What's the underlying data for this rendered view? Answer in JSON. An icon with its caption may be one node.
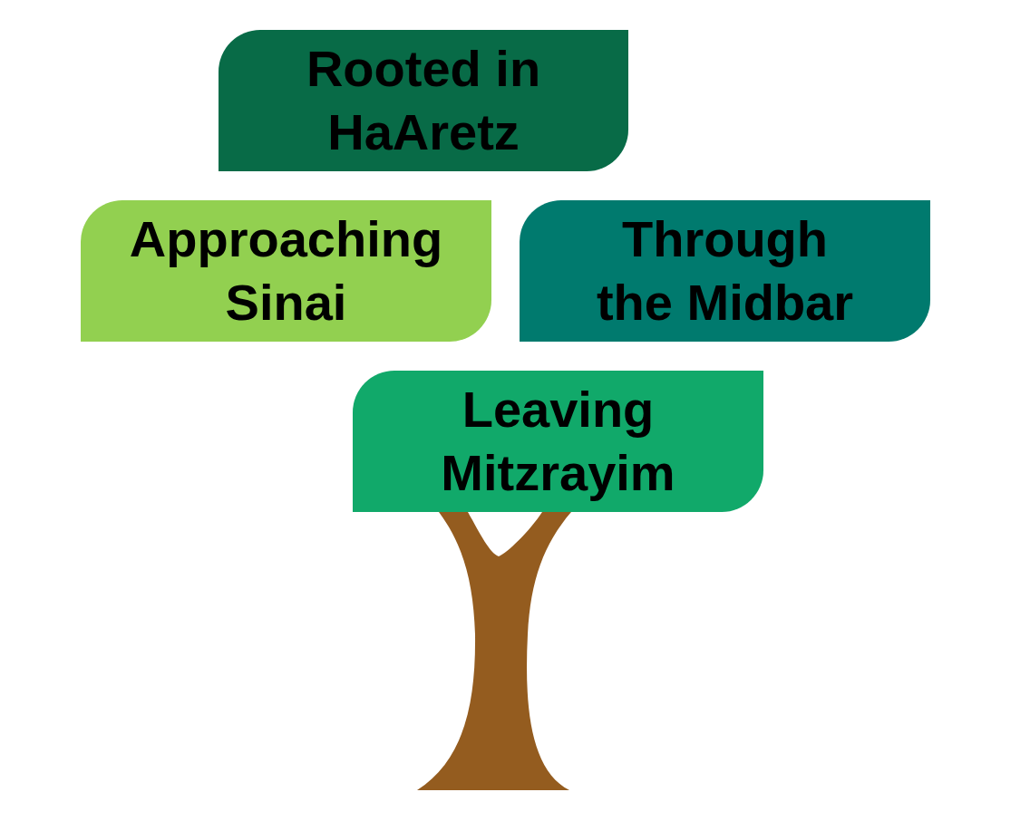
{
  "diagram": {
    "nodes": [
      {
        "text": [
          "Rooted in HaAretz"
        ]
      },
      {
        "text": [
          "Approaching Sinai"
        ]
      },
      {
        "text": [
          "Through the Midbar"
        ]
      },
      {
        "text": [
          "Leaving Mitzrayim"
        ]
      }
    ]
  }
}
